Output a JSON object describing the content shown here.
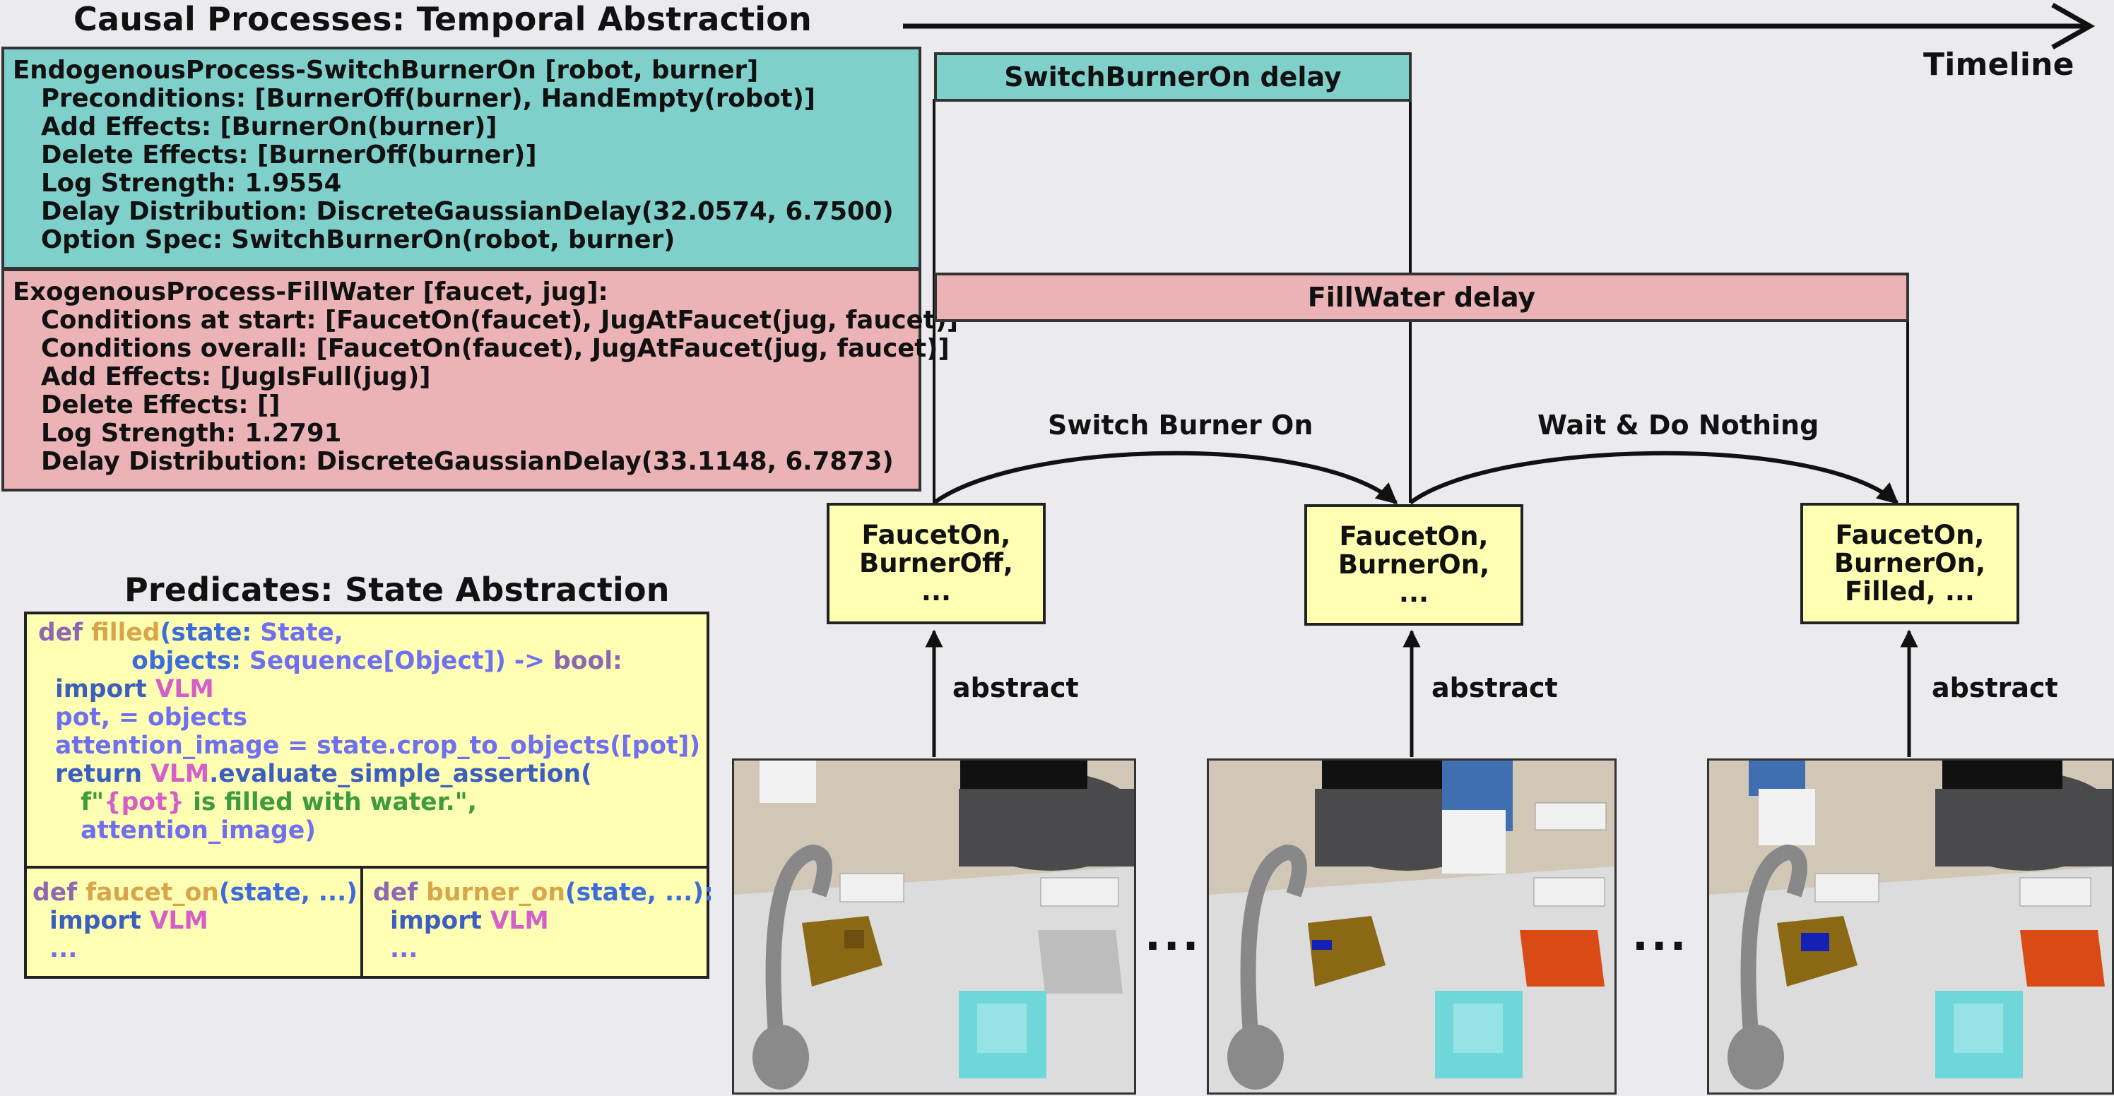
{
  "titles": {
    "causal": "Causal Processes: Temporal Abstraction",
    "timeline": "Timeline",
    "predicates": "Predicates: State Abstraction"
  },
  "colors": {
    "endogenous": "#7fcfca",
    "exogenous": "#ebb3b5",
    "state_box": "#ffffb3",
    "background": "#eaeaef"
  },
  "endogenous": {
    "header": "EndogenousProcess-SwitchBurnerOn [robot, burner]",
    "lines": [
      "Preconditions: [BurnerOff(burner), HandEmpty(robot)]",
      "Add Effects: [BurnerOn(burner)]",
      "Delete Effects: [BurnerOff(burner)]",
      "Log Strength: 1.9554",
      "Delay Distribution: DiscreteGaussianDelay(32.0574, 6.7500)",
      "Option Spec: SwitchBurnerOn(robot, burner)"
    ]
  },
  "exogenous": {
    "header": "ExogenousProcess-FillWater [faucet, jug]:",
    "lines": [
      "Conditions at start: [FaucetOn(faucet), JugAtFaucet(jug, faucet)]",
      "Conditions overall: [FaucetOn(faucet), JugAtFaucet(jug, faucet)]",
      "Add Effects: [JugIsFull(jug)]",
      "Delete Effects: []",
      "Log Strength: 1.2791",
      "Delay Distribution: DiscreteGaussianDelay(33.1148, 6.7873)"
    ]
  },
  "delays": {
    "switch": "SwitchBurnerOn delay",
    "fill": "FillWater delay"
  },
  "actions": {
    "first": "Switch Burner On",
    "second": "Wait & Do Nothing"
  },
  "states": [
    {
      "lines": [
        "FaucetOn,",
        "BurnerOff,",
        "..."
      ]
    },
    {
      "lines": [
        "FaucetOn,",
        "BurnerOn,",
        "..."
      ]
    },
    {
      "lines": [
        "FaucetOn,",
        "BurnerOn,",
        "Filled, ..."
      ]
    }
  ],
  "abstract_label": "abstract",
  "ellipsis": "...",
  "code": {
    "filled": {
      "def": "def",
      "fname": "filled",
      "sig_a": "(state:",
      "sig_b": "State,",
      "objects": "objects:",
      "seq": "Sequence[Object]) ->",
      "bool": "bool:",
      "import": "import",
      "vlm": "VLM",
      "pot_line": "pot, = objects",
      "attn_line": "attention_image = state.crop_to_objects([pot])",
      "return": "return",
      "eval": ".evaluate_simple_assertion(",
      "f_open": "f\"",
      "pot_var": "{pot}",
      "f_rest": " is filled with water.\",",
      "attn_arg": "attention_image)"
    },
    "faucet": {
      "def": "def",
      "fname": "faucet_on",
      "sig": "(state, ...):",
      "import": "import",
      "vlm": "VLM",
      "dots": "..."
    },
    "burner": {
      "def": "def",
      "fname": "burner_on",
      "sig": "(state, ...):",
      "import": "import",
      "vlm": "VLM",
      "dots": "..."
    }
  }
}
